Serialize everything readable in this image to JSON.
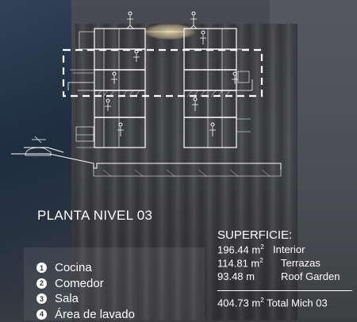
{
  "title": "PLANTA NIVEL 03",
  "rooms": [
    {
      "num": "1",
      "label": "Cocina"
    },
    {
      "num": "2",
      "label": "Comedor"
    },
    {
      "num": "3",
      "label": "Sala"
    },
    {
      "num": "4",
      "label": "Área de lavado"
    }
  ],
  "superficie": {
    "heading": "SUPERFICIE:",
    "unit": "m",
    "unit_exp": "2",
    "rows": [
      {
        "value": "196.44",
        "label": "Interior"
      },
      {
        "value": "114.81",
        "label": "Terrazas"
      },
      {
        "value": "93.48",
        "label": "Roof Garden"
      }
    ],
    "total": {
      "value": "404.73",
      "label": "Total Mich 03"
    }
  },
  "colors": {
    "text": "#ffffff",
    "highlight_box": "#ffffff"
  }
}
